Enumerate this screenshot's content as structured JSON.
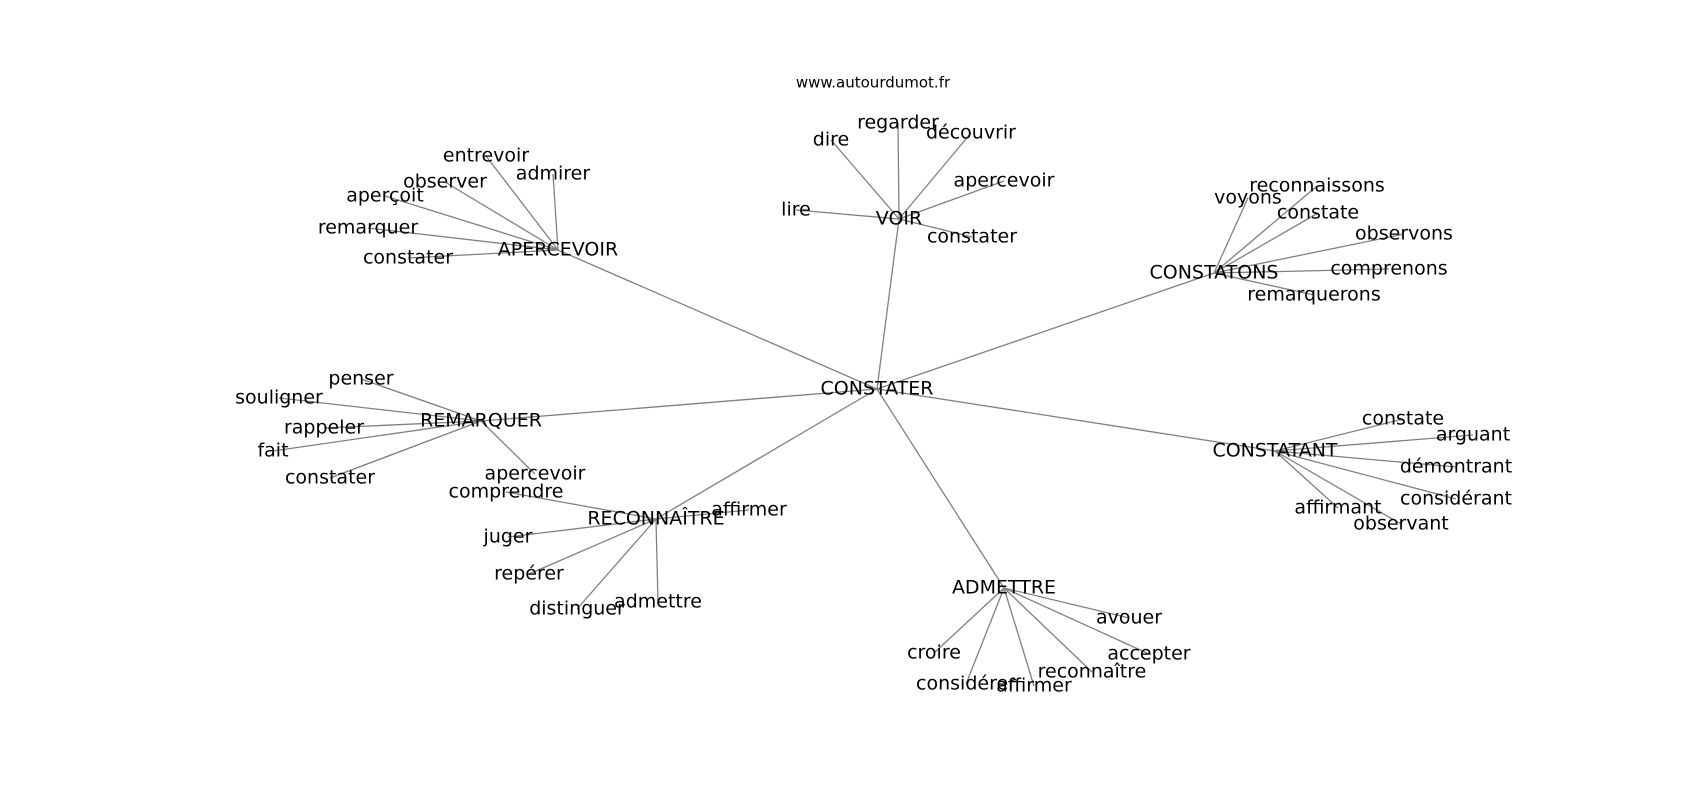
{
  "source": "www.autourdumot.fr",
  "center": "CONSTATER",
  "clusters": [
    {
      "id": "voir",
      "label": "VOIR",
      "words": [
        "dire",
        "regarder",
        "découvrir",
        "apercevoir",
        "lire",
        "constater"
      ]
    },
    {
      "id": "apercevoir",
      "label": "APERCEVOIR",
      "words": [
        "entrevoir",
        "admirer",
        "observer",
        "aperçoit",
        "remarquer",
        "constater"
      ]
    },
    {
      "id": "constatons",
      "label": "CONSTATONS",
      "words": [
        "reconnaissons",
        "voyons",
        "constate",
        "observons",
        "comprenons",
        "remarquerons"
      ]
    },
    {
      "id": "remarquer",
      "label": "REMARQUER",
      "words": [
        "penser",
        "souligner",
        "rappeler",
        "fait",
        "constater",
        "apercevoir"
      ]
    },
    {
      "id": "constatant",
      "label": "CONSTATANT",
      "words": [
        "constate",
        "arguant",
        "démontrant",
        "considérant",
        "affirmant",
        "observant"
      ]
    },
    {
      "id": "reconnaitre",
      "label": "RECONNAÎTRE",
      "words": [
        "comprendre",
        "affirmer",
        "juger",
        "repérer",
        "distinguer",
        "admettre"
      ]
    },
    {
      "id": "admettre",
      "label": "ADMETTRE",
      "words": [
        "avouer",
        "accepter",
        "reconnaître",
        "croire",
        "considérer",
        "affirmer"
      ]
    }
  ]
}
